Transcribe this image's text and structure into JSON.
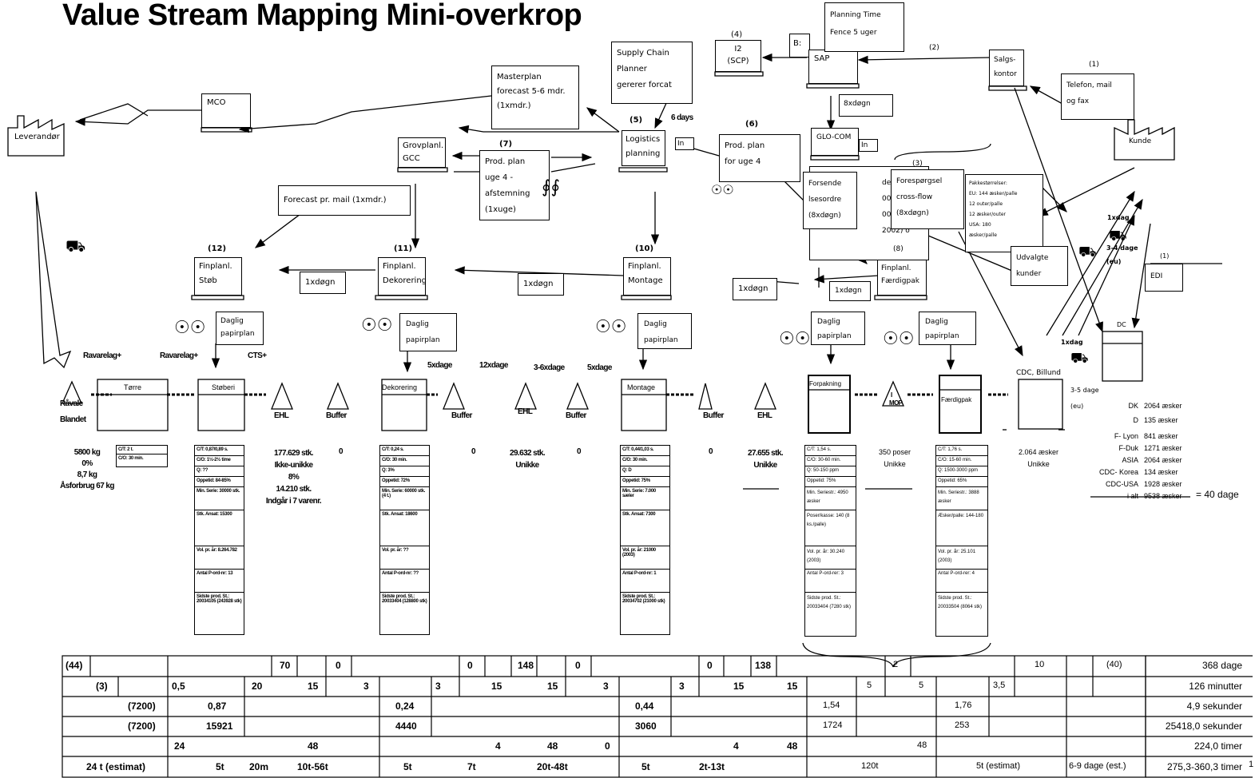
{
  "title": "Value Stream Mapping Mini-overkrop",
  "info": {
    "leverandor": "Leverandør",
    "mco": "MCO",
    "masterplan": [
      "Masterplan",
      "forecast 5-6 mdr.",
      "(1xmdr.)"
    ],
    "supply_chain": [
      "Supply Chain",
      "Planner",
      "gererer forcat"
    ],
    "i2": [
      "I2",
      "(SCP)"
    ],
    "i2_num": "(4)",
    "sap": "SAP",
    "b_partial": "B:",
    "planning_time": [
      "Planning Time",
      "Fence 5 uger"
    ],
    "n2": "(2)",
    "salgskontor": [
      "Salgs-",
      "kontor"
    ],
    "n1": "(1)",
    "telefon": [
      "Telefon, mail",
      "og fax"
    ],
    "kunde": "Kunde",
    "groveplan": [
      "Grovplanl.",
      "GCC"
    ],
    "prod_plan_uge4": [
      "Prod. plan",
      "uge 4  -",
      "afstemning",
      "(1xuge)"
    ],
    "n7": "(7)",
    "logistics": [
      "Logistics",
      "planning"
    ],
    "n5": "(5)",
    "six_days": "6 days",
    "in_label": "In",
    "prod_plan_for_uge4": [
      "Prod. plan",
      "for uge 4"
    ],
    "n6": "(6)",
    "glo_com": "GLO-COM",
    "eight_dogn": "8xdøgn",
    "forecast_mail": "Forecast pr. mail (1xmdr.)",
    "forsende": [
      "Forsende",
      "lsesordre",
      "(8xdøgn)"
    ],
    "forespoergsel": [
      "Forespørgsel",
      "cross-flow",
      "(8xdøgn)"
    ],
    "n3": "(3)",
    "hidden_text": [
      "del pakke",
      "002) og",
      "002) og",
      "2002) o"
    ],
    "pakke": [
      "Pakkestørrelser:",
      "EU: 144 æsker/palle",
      "12 outer/palle",
      "12 æsker/outer",
      "USA: 180",
      "æsker/palle"
    ],
    "udvalgte": [
      "Udvalgte",
      "kunder"
    ],
    "edi": "EDI",
    "n1b": "(1)",
    "one_xdag_a": "1xdag",
    "three_four": "3-4 dage",
    "eu": "(eu)",
    "n8": "(8)",
    "fin_faerdig": [
      "Finplanl.",
      "Færdigpak"
    ],
    "fin_stob": [
      "Finplanl.",
      "Støb"
    ],
    "fin_dekor": [
      "Finplanl.",
      "Dekorering"
    ],
    "fin_montage": [
      "Finplanl.",
      "Montage"
    ],
    "n12": "(12)",
    "n11": "(11)",
    "n10": "(10)",
    "one_xdogn": "1xdøgn",
    "daglig": [
      "Daglig",
      "papirplan"
    ],
    "dc": "DC",
    "cdc": "CDC, Billund",
    "one_xdag_b": "1xdag",
    "three_five": "3-5 dage",
    "eu2": "(eu)"
  },
  "process_row": {
    "raamateriale": [
      "Råvale",
      "Blandet"
    ],
    "ravarelag1": "Ravarelag+",
    "ravarelag2": "Ravarelag+",
    "cts": "CTS+",
    "torre": "Tørre",
    "stoben": "Støberi",
    "ehl": "EHL",
    "buffer": "Buffer",
    "dekorering": "Dekorering",
    "montage": "Montage",
    "forpakning": "Forpakning",
    "faerdigpak": "Færdigpak",
    "mop": "MOP",
    "i": "I",
    "days_5x": "5xdage",
    "days_12x": "12xdage",
    "days_36": "3-6xdage",
    "days_5xb": "5xdage"
  },
  "inventory": {
    "raw": [
      "5800 kg",
      "0%",
      "8,7 kg",
      "Åsforbrug 67 kg"
    ],
    "torre_tab": [
      "C/T: 2 t.",
      "C/O: 30 min."
    ],
    "stob_inv": [
      "177.629 stk.",
      "Ikke-unikke",
      "8%",
      "14.210 stk.",
      "",
      "Indgår i 7 varenr."
    ],
    "zero": "0",
    "dekor_inv": [
      "29.632 stk.",
      "Unikke"
    ],
    "mont_inv": [
      "27.655 stk.",
      "Unikke"
    ],
    "mop_inv": [
      "350 poser",
      "Unikke"
    ],
    "cdc_inv": [
      "2.064 æsker",
      "Unikke"
    ]
  },
  "data_boxes": {
    "stob": [
      "C/T: 0,87/0,89 s.",
      "C/O: 1½-2½ time",
      "Q: ??",
      "Oppetid: 84-85%",
      "Min. Serie: 30000 stk.",
      "Stk. Ansat: 15300",
      "Vol. pr. år: 8.264.782",
      "Antal P-ord-nr: 13",
      "Sidste prod. St.: 20034105 (243928 stk)"
    ],
    "dekor": [
      "C/T: 0,24 s.",
      "C/O: 30 min.",
      "Q: 3%",
      "Oppetid: 72%",
      "Min. Serie: 60000 stk.(4 t.)",
      "Stk. Ansat: 18600",
      "Vol. pr. år: ??",
      "Antal P-ord-nr: ??",
      "Sidste prod. St.: 20033404 (128800 stk)"
    ],
    "mont": [
      "C/T: 0,44/1,03 s.",
      "C/O: 30 min.",
      "Q: D",
      "Oppetid: 75%",
      "Min. Serie: 7.000 sæler",
      "Stk. Ansat: 7300",
      "Vol. pr. år: 21000 (2003)",
      "Antal P-ord-nr: 1",
      "Sidste prod. St.: 20034702 (21000 stk)"
    ],
    "forp": [
      "C/T: 1,54 s.",
      "C/O: 30-60 min.",
      "Q: 50-150 ppm",
      "Oppetid: 75%",
      "Min. Seriestr.: 4950 æsker",
      "Poser/kasse: 140 (8 ks./palle)",
      "Vol. pr. år: 30.240 (2003)",
      "Antal P-ord-rer: 3",
      "Sidste prod. St.: 20033404 (7280 stk)"
    ],
    "faerd": [
      "C/T: 1,76 s.",
      "C/O: 15-60 min.",
      "Q: 1500-3000 ppm",
      "Oppetid: 65%",
      "Min. Seriestr.: 3888 æsker",
      "Æsker/palle: 144-180",
      "Vol. pr. år: 25.101 (2003)",
      "Antal P-ord-rer: 4",
      "Sidste prod. St.: 20033504 (8064 stk)"
    ]
  },
  "dc_stock": {
    "rows": [
      {
        "loc": "DK",
        "val": "2064 æsker"
      },
      {
        "loc": "D",
        "val": "135 æsker"
      },
      {
        "loc": "F- Lyon",
        "val": "841 æsker"
      },
      {
        "loc": "F-Duk",
        "val": "1271 æsker"
      },
      {
        "loc": "ASIA",
        "val": "2064 æsker"
      },
      {
        "loc": "CDC- Korea",
        "val": "134 æsker"
      },
      {
        "loc": "CDC-USA",
        "val": "1928 æsker"
      },
      {
        "loc": "i alt",
        "val": "9538 æsker"
      }
    ],
    "equals": "= 40 dage"
  },
  "timeline": {
    "row1": [
      "(44)",
      "70",
      "0",
      "0",
      "148",
      "0",
      "0",
      "138",
      "2",
      "10",
      "(40)"
    ],
    "row2": [
      "(3)",
      "0,5",
      "20",
      "15",
      "3",
      "3",
      "15",
      "15",
      "3",
      "3",
      "15",
      "15",
      "5",
      "5",
      "3,5"
    ],
    "row3": [
      "(7200)",
      "0,87",
      "0,24",
      "0,44",
      "1,54",
      "1,76"
    ],
    "row4": [
      "(7200)",
      "15921",
      "4440",
      "3060",
      "1724",
      "253"
    ],
    "row5": [
      "24",
      "48",
      "4",
      "48",
      "0",
      "4",
      "48",
      "48"
    ],
    "row6": [
      "24 t (estimat)",
      "5t",
      "20m",
      "10t-56t",
      "5t",
      "7t",
      "20t-48t",
      "5t",
      "2t-13t",
      "120t",
      "5t (estimat)",
      "6-9 dage (est.)"
    ],
    "totals": [
      "368 dage",
      "126 minutter",
      "4,9 sekunder",
      "25418,0 sekunder",
      "224,0 timer",
      "275,3-360,3 timer"
    ],
    "page_no": "1"
  }
}
